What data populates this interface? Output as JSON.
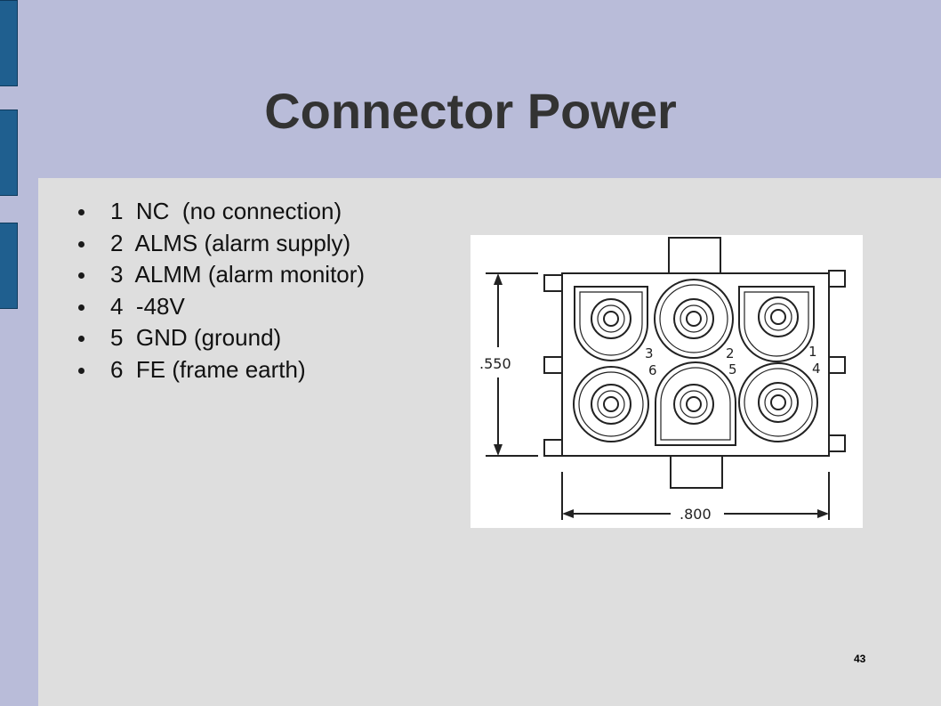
{
  "slide": {
    "title": "Connector Power",
    "page_number": "43"
  },
  "bullets": [
    "1  NC  (no connection)",
    "2  ALMS (alarm supply)",
    "3  ALMM (alarm monitor)",
    "4  -48V",
    "5  GND (ground)",
    "6  FE (frame earth)"
  ],
  "diagram": {
    "height_label": ".550",
    "width_label": ".800",
    "pin_labels": {
      "p1": "1",
      "p2": "2",
      "p3": "3",
      "p4": "4",
      "p5": "5",
      "p6": "6"
    }
  },
  "colors": {
    "background": "#b9bcd9",
    "content": "#dedede",
    "tab": "#1f5f8f",
    "title": "#333333"
  }
}
